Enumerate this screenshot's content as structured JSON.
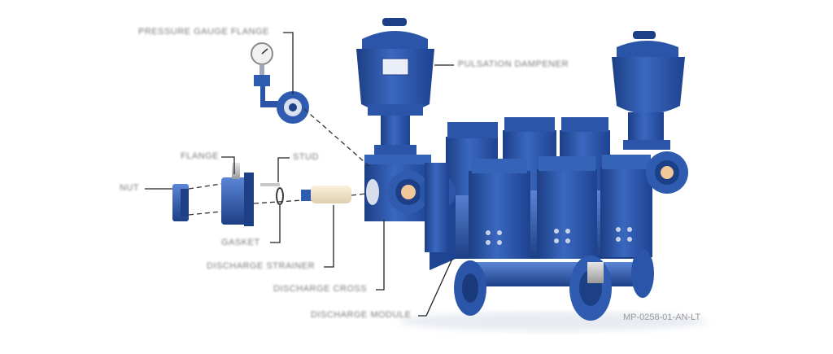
{
  "callouts": {
    "pressure_gauge_flange": "PRESSURE GAUGE FLANGE",
    "pulsation_dampener": "PULSATION DAMPENER",
    "flange": "FLANGE",
    "stud": "STUD",
    "nut": "NUT",
    "gasket": "GASKET",
    "discharge_strainer": "DISCHARGE STRAINER",
    "discharge_cross": "DISCHARGE CROSS",
    "discharge_module": "DISCHARGE MODULE"
  },
  "document_id": "MP-0258-01-AN-LT",
  "colors": {
    "steel_blue": "#2f5bb0",
    "steel_blue_dark": "#1d3f86",
    "steel_blue_light": "#5b86d6",
    "leader_line": "#222222",
    "label_text": "#7a7a7a"
  }
}
